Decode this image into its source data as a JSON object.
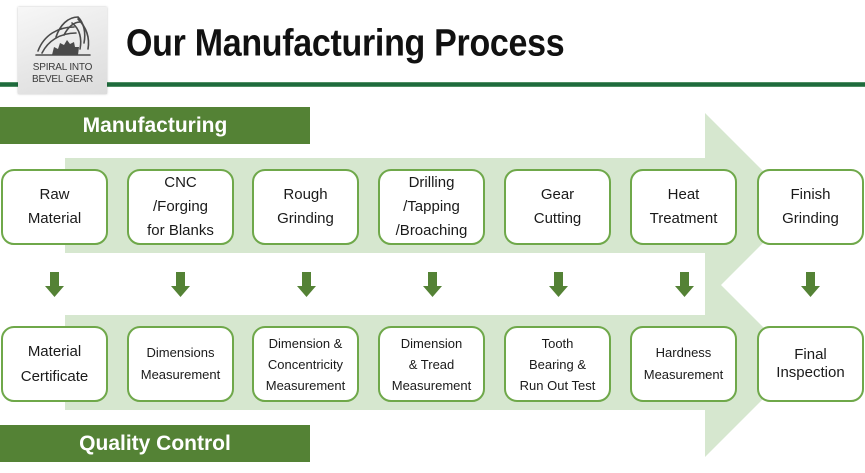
{
  "header": {
    "title": "Our Manufacturing Process",
    "logo": {
      "icon": "spiral-bevel-gear-icon",
      "line1": "SPIRAL INTO",
      "line2": "BEVEL GEAR"
    }
  },
  "colors": {
    "section_bar": "#548235",
    "flow_arrow_fill": "#d6e7cf",
    "box_border": "#6fa84a",
    "down_arrow": "#548235",
    "header_rule": "#1f6b3d"
  },
  "manufacturing": {
    "label": "Manufacturing",
    "steps": [
      {
        "lines": [
          "Raw",
          "Material"
        ]
      },
      {
        "lines": [
          "CNC",
          "/Forging",
          "for Blanks"
        ]
      },
      {
        "lines": [
          "Rough",
          "Grinding"
        ]
      },
      {
        "lines": [
          "Drilling",
          "/Tapping",
          "/Broaching"
        ]
      },
      {
        "lines": [
          "Gear",
          "Cutting"
        ]
      },
      {
        "lines": [
          "Heat",
          "Treatment"
        ]
      },
      {
        "lines": [
          "Finish",
          "Grinding"
        ]
      }
    ]
  },
  "connector": {
    "icon": "arrow-down-icon",
    "count": 7
  },
  "quality_control": {
    "label": "Quality Control",
    "checks": [
      {
        "lines": [
          "Material",
          "Certificate"
        ]
      },
      {
        "lines": [
          "Dimensions",
          "Measurement"
        ]
      },
      {
        "lines": [
          "Dimension &",
          "Concentricity",
          "Measurement"
        ]
      },
      {
        "lines": [
          "Dimension",
          "& Tread",
          "Measurement"
        ]
      },
      {
        "lines": [
          "Tooth",
          "Bearing &",
          "Run Out Test"
        ]
      },
      {
        "lines": [
          "Hardness",
          "Measurement"
        ]
      },
      {
        "lines": [
          "Final",
          "Inspection"
        ]
      }
    ]
  }
}
